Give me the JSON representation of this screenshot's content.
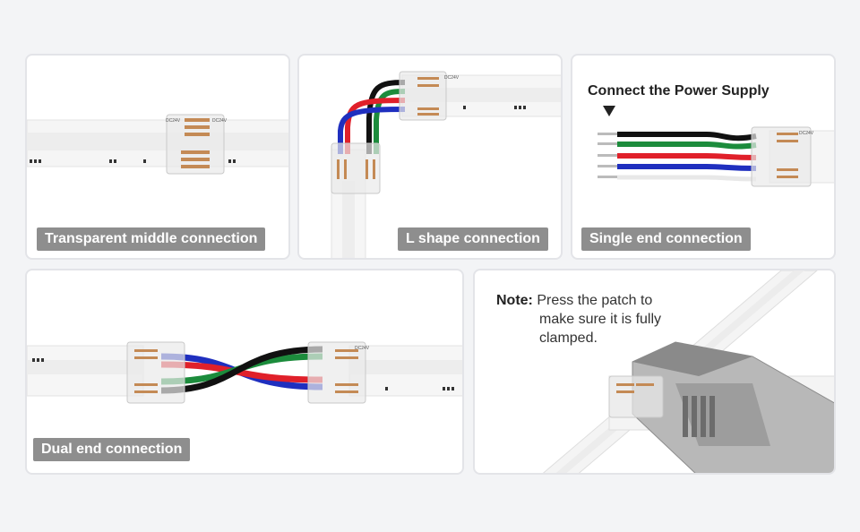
{
  "panels": {
    "middle": {
      "label": "Transparent middle connection"
    },
    "l_shape": {
      "label": "L shape connection"
    },
    "single": {
      "label": "Single end connection",
      "heading": "Connect the Power Supply"
    },
    "dual": {
      "label": "Dual end connection"
    },
    "note": {
      "title": "Note:",
      "line1": "Press the patch to",
      "line2": "make sure it is fully",
      "line3": "clamped."
    }
  },
  "strip_marks": {
    "voltage": "DC24V"
  },
  "colors": {
    "wire_black": "#111111",
    "wire_green": "#1c8c3c",
    "wire_red": "#e0202a",
    "wire_blue": "#1f2fbf",
    "wire_white": "#f2f2f2",
    "label_bg": "#8e8e8e",
    "strip": "#f6f6f6",
    "panel_border": "#e3e4e8"
  }
}
